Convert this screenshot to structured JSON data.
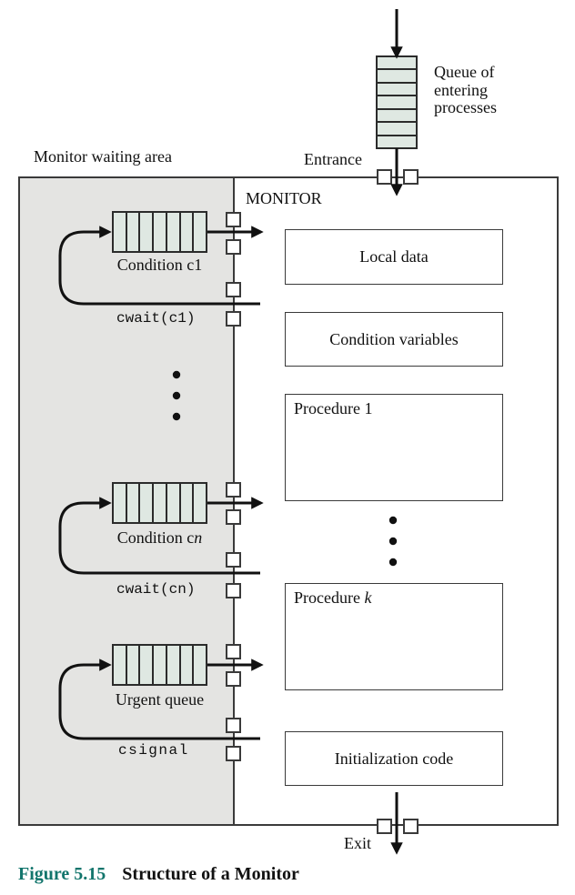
{
  "labels": {
    "entering_queue": "Queue of entering processes",
    "entrance": "Entrance",
    "exit": "Exit",
    "monitor_title": "MONITOR",
    "waiting_area": "Monitor waiting area"
  },
  "waiting_queues": [
    {
      "label_prefix": "Condition c",
      "label_suffix": "1",
      "call_label": "cwait(c1)"
    },
    {
      "label_prefix": "Condition c",
      "label_suffix": "n",
      "call_label": "cwait(cn)"
    },
    {
      "label_prefix": "Urgent queue",
      "label_suffix": "",
      "call_label": "csignal"
    }
  ],
  "monitor_boxes": [
    {
      "label": "Local data"
    },
    {
      "label": "Condition variables"
    },
    {
      "label_prefix": "Procedure ",
      "label_suffix": "1"
    },
    {
      "label_prefix": "Procedure ",
      "label_suffix": "k"
    },
    {
      "label": "Initialization code"
    }
  ],
  "caption": {
    "figure_number": "Figure 5.15",
    "title": "Structure of a Monitor"
  },
  "colors": {
    "queue_fill": "#dfe8e2",
    "waiting_area_fill": "#e4e4e2",
    "figure_accent": "#12756c",
    "line_color": "#111111",
    "border_color": "#3a3a3a"
  }
}
